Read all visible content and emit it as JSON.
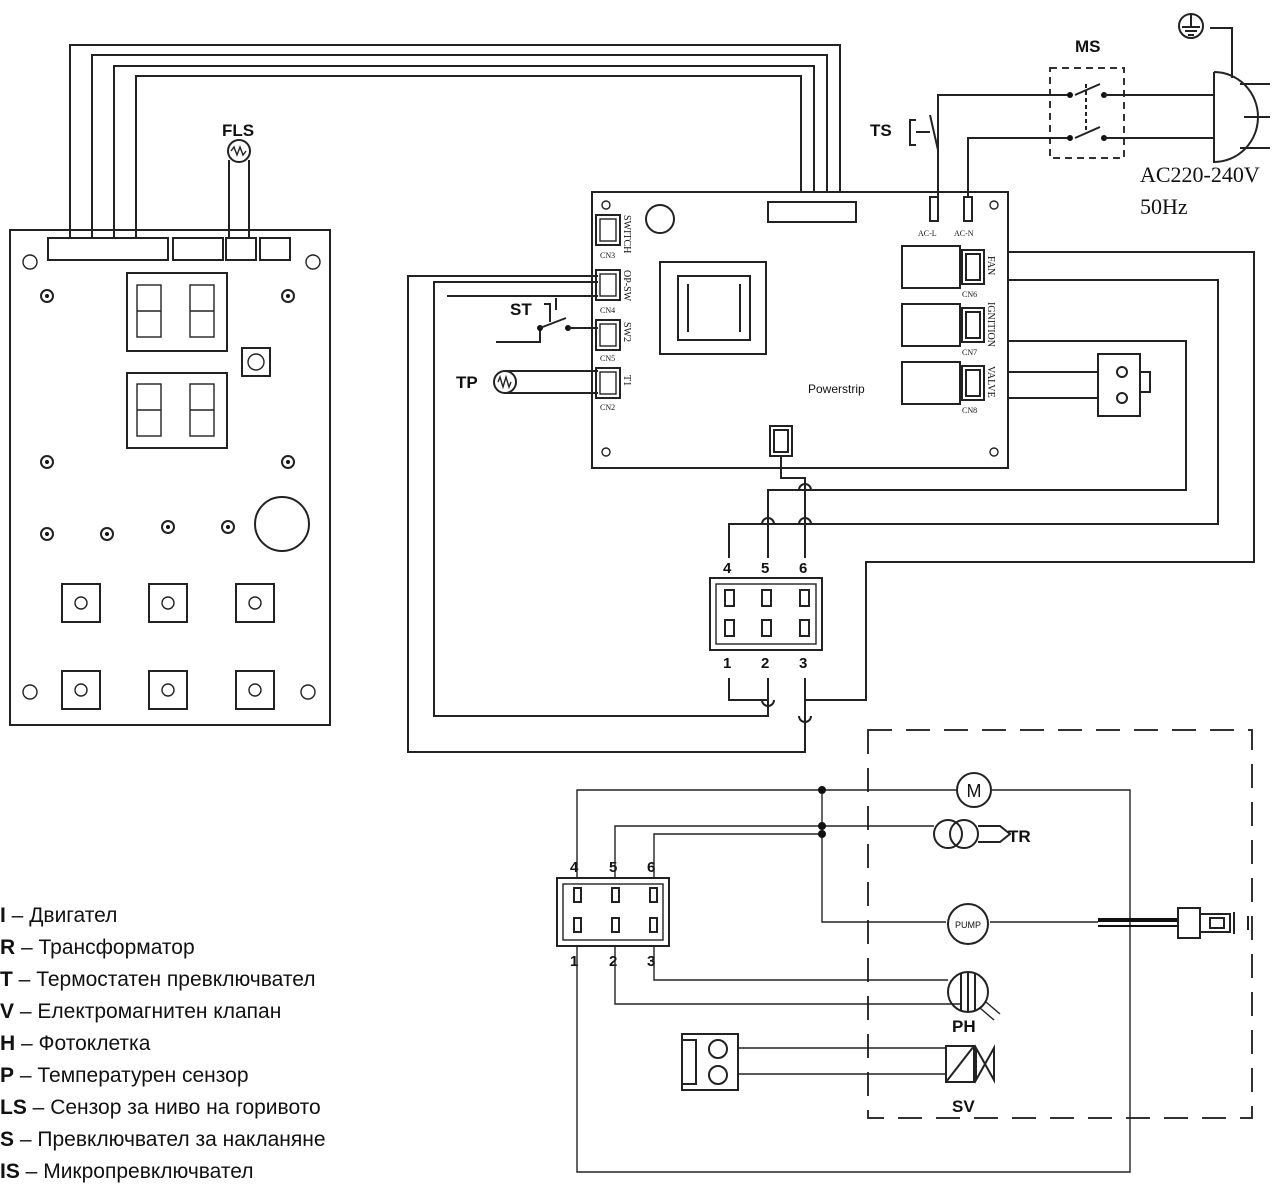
{
  "labels": {
    "fls": "FLS",
    "ms": "MS",
    "ts": "TS",
    "st": "ST",
    "tp": "TP",
    "tr": "TR",
    "ph": "PH",
    "sv": "SV",
    "motor": "M",
    "pump": "PUMP",
    "power": "AC220-240V",
    "freq": "50Hz",
    "powerstrip": "Powerstrip"
  },
  "board": {
    "ac_l": "AC-L",
    "ac_n": "AC-N",
    "switch": "SWITCH",
    "op_sw": "OP-SW",
    "sw2": "SW2",
    "t1": "T1",
    "fan": "FAN",
    "ignition": "IGNITION",
    "valve": "VALVE",
    "cn3": "CN3",
    "cn4": "CN4",
    "cn5": "CN5",
    "cn2": "CN2",
    "cn6": "CN6",
    "cn7": "CN7",
    "cn8": "CN8"
  },
  "connector_top": {
    "top": [
      "4",
      "5",
      "6"
    ],
    "bottom": [
      "1",
      "2",
      "3"
    ]
  },
  "connector_bottom": {
    "top": [
      "4",
      "5",
      "6"
    ],
    "bottom": [
      "1",
      "2",
      "3"
    ]
  },
  "legend": [
    {
      "code": "I",
      "sep": " – ",
      "desc": "Двигател"
    },
    {
      "code": "R",
      "sep": " – ",
      "desc": "Трансформатор"
    },
    {
      "code": "T",
      "sep": " – ",
      "desc": "Термостатен превключвател"
    },
    {
      "code": "V",
      "sep": " – ",
      "desc": "Електромагнитен клапан"
    },
    {
      "code": "H",
      "sep": " – ",
      "desc": "Фотоклетка"
    },
    {
      "code": "P",
      "sep": " – ",
      "desc": "Температурен сензор"
    },
    {
      "code": "LS",
      "sep": " – ",
      "desc": "Сензор за ниво на горивото"
    },
    {
      "code": "S",
      "sep": " – ",
      "desc": "Превключвател за накланяне"
    },
    {
      "code": "IS",
      "sep": " – ",
      "desc": "Микропревключвател"
    }
  ]
}
